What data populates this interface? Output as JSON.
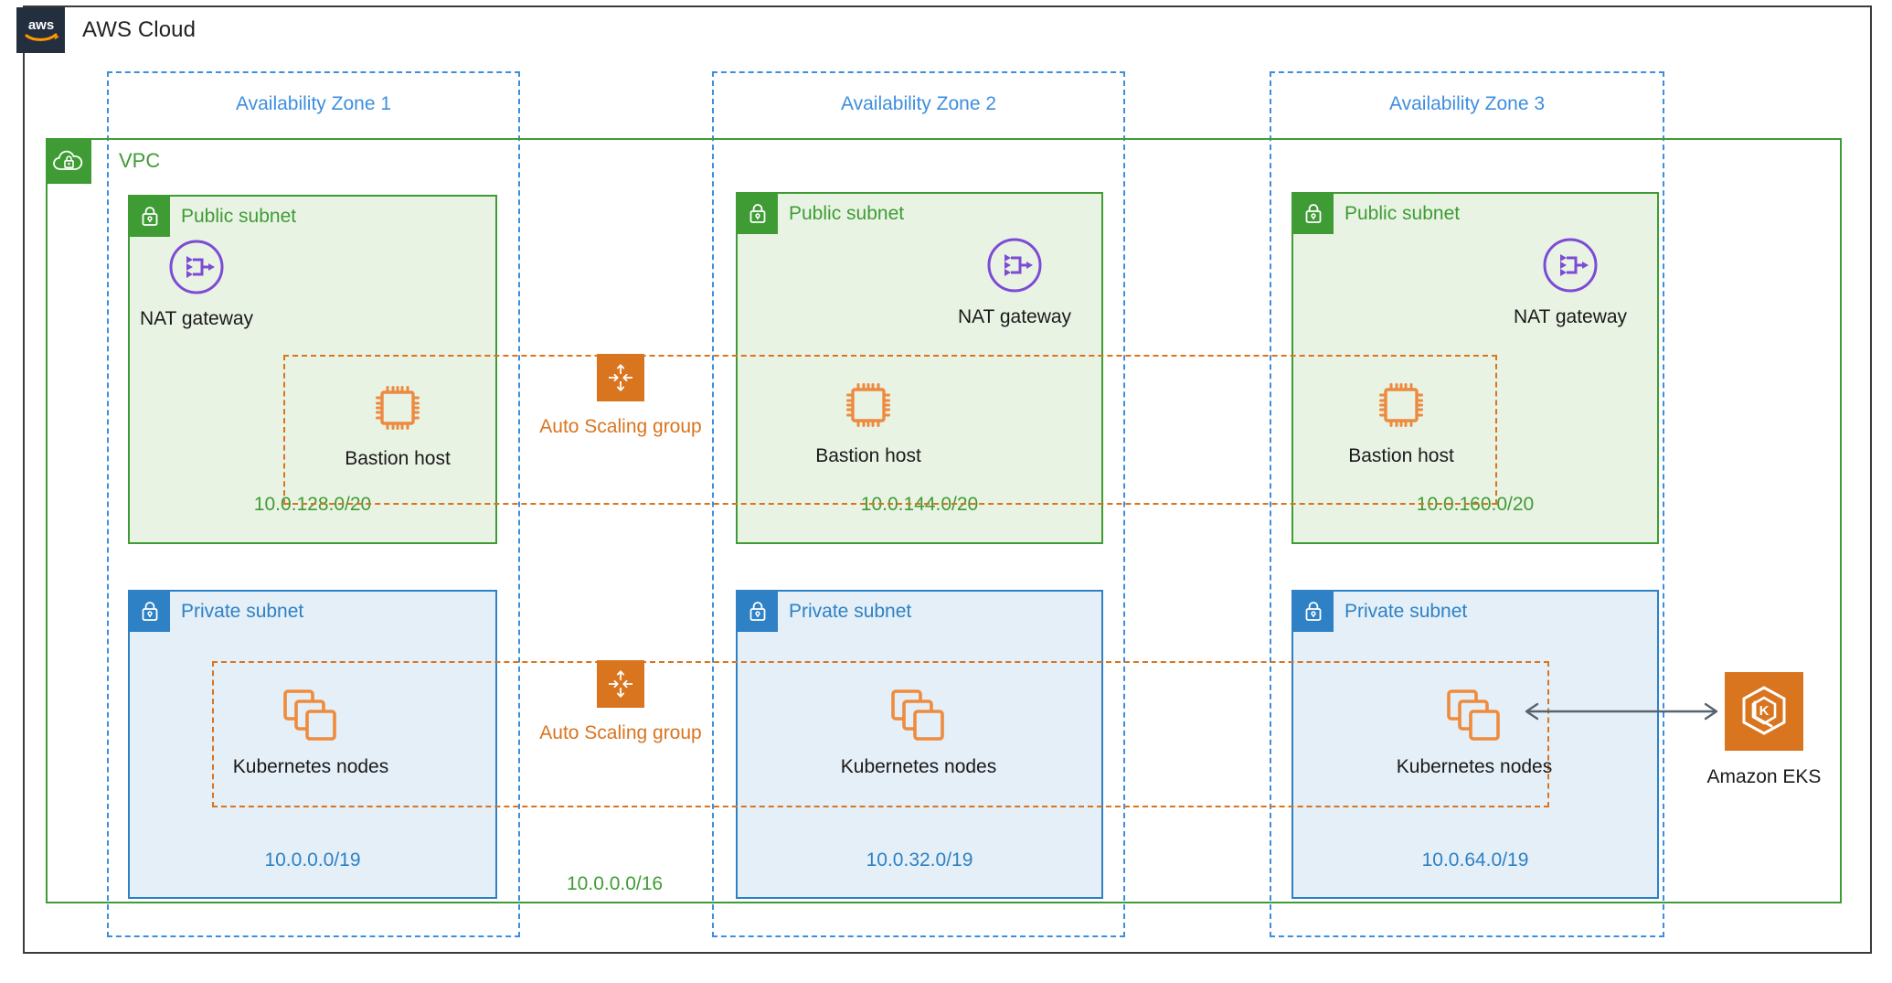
{
  "cloud": {
    "logo_icon": "aws-logo",
    "title": "AWS Cloud"
  },
  "vpc": {
    "icon": "vpc-cloud-lock-icon",
    "label": "VPC",
    "cidr": "10.0.0.0/16"
  },
  "availability_zones": [
    {
      "label": "Availability Zone 1"
    },
    {
      "label": "Availability Zone 2"
    },
    {
      "label": "Availability Zone 3"
    }
  ],
  "public_subnets": [
    {
      "icon": "lock-icon",
      "title": "Public subnet",
      "cidr": "10.0.128.0/20"
    },
    {
      "icon": "lock-icon",
      "title": "Public subnet",
      "cidr": "10.0.144.0/20"
    },
    {
      "icon": "lock-icon",
      "title": "Public subnet",
      "cidr": "10.0.160.0/20"
    }
  ],
  "private_subnets": [
    {
      "icon": "lock-icon",
      "title": "Private subnet",
      "cidr": "10.0.0.0/19"
    },
    {
      "icon": "lock-icon",
      "title": "Private subnet",
      "cidr": "10.0.32.0/19"
    },
    {
      "icon": "lock-icon",
      "title": "Private subnet",
      "cidr": "10.0.64.0/19"
    }
  ],
  "nat_gateways": [
    {
      "icon": "nat-gateway-icon",
      "label": "NAT gateway"
    },
    {
      "icon": "nat-gateway-icon",
      "label": "NAT gateway"
    },
    {
      "icon": "nat-gateway-icon",
      "label": "NAT gateway"
    }
  ],
  "bastion_hosts": [
    {
      "icon": "ec2-instance-icon",
      "label": "Bastion host"
    },
    {
      "icon": "ec2-instance-icon",
      "label": "Bastion host"
    },
    {
      "icon": "ec2-instance-icon",
      "label": "Bastion host"
    }
  ],
  "kubernetes_nodes": [
    {
      "icon": "kubernetes-nodes-icon",
      "label": "Kubernetes nodes"
    },
    {
      "icon": "kubernetes-nodes-icon",
      "label": "Kubernetes nodes"
    },
    {
      "icon": "kubernetes-nodes-icon",
      "label": "Kubernetes nodes"
    }
  ],
  "auto_scaling_groups": [
    {
      "icon": "auto-scaling-group-icon",
      "label": "Auto Scaling group"
    },
    {
      "icon": "auto-scaling-group-icon",
      "label": "Auto Scaling group"
    }
  ],
  "eks": {
    "icon": "amazon-eks-icon",
    "label": "Amazon EKS"
  },
  "connector": {
    "name": "eks-to-nodes-arrow",
    "style": "double-headed"
  },
  "colors": {
    "aws_navy": "#232f3e",
    "vpc_green": "#3f9c35",
    "subnet_green_fill": "#e9f3e4",
    "subnet_blue": "#2e81c4",
    "subnet_blue_fill": "#e4eff8",
    "az_blue": "#3e8ede",
    "asg_orange": "#d9741f",
    "nat_purple": "#7d4bd6",
    "frame_black": "#3b3b3b",
    "arrow_gray": "#57636f"
  }
}
